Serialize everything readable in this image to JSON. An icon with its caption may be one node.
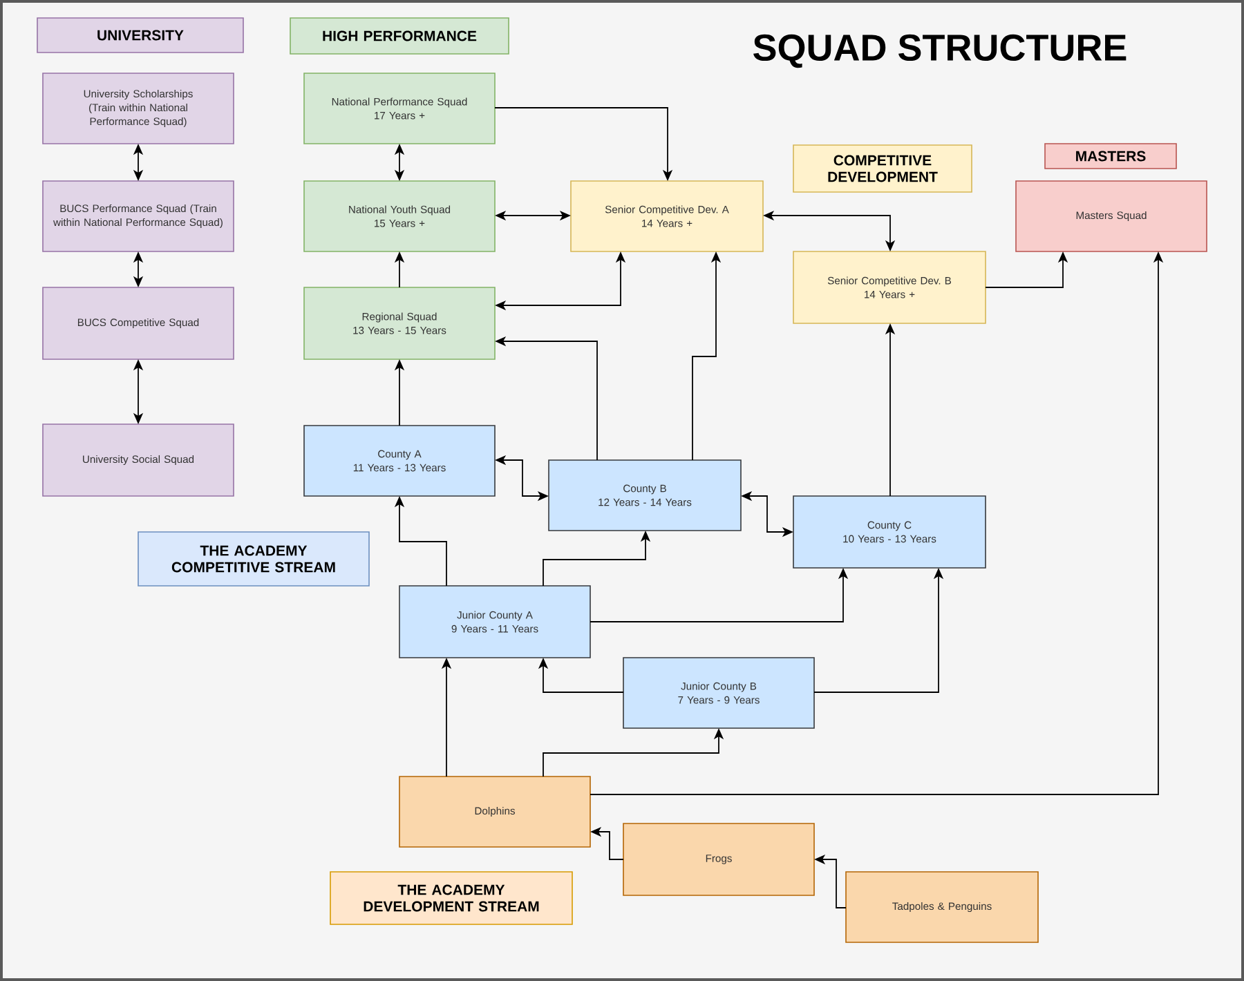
{
  "diagram": {
    "title": "SQUAD STRUCTURE",
    "nodes": [
      {
        "text": [
          "UNIVERSITY"
        ]
      },
      {
        "text": [
          "HIGH PERFORMANCE"
        ]
      },
      {
        "text": [
          "COMPETITIVE DEVELOPMENT"
        ]
      },
      {
        "text": [
          "MASTERS"
        ]
      },
      {
        "text": [
          "THE ACADEMY COMPETITIVE STREAM"
        ]
      },
      {
        "text": [
          "THE ACADEMY DEVELOPMENT STREAM"
        ]
      },
      {
        "text": [
          "University Scholarships (Train within National Performance Squad)"
        ]
      },
      {
        "text": [
          "BUCS Performance Squad (Train within National Performance Squad)"
        ]
      },
      {
        "text": [
          "BUCS Competitive Squad"
        ]
      },
      {
        "text": [
          "University Social Squad"
        ]
      },
      {
        "text": [
          "National Performance Squad",
          "17 Years +"
        ]
      },
      {
        "text": [
          "National Youth Squad",
          "15 Years +"
        ]
      },
      {
        "text": [
          "Regional Squad",
          "13 Years - 15 Years"
        ]
      },
      {
        "text": [
          "Senior Competitive Dev. A",
          "14 Years +"
        ]
      },
      {
        "text": [
          "Senior Competitive Dev. B",
          "14 Years +"
        ]
      },
      {
        "text": [
          "Masters Squad"
        ]
      },
      {
        "text": [
          "County A",
          "11 Years - 13 Years"
        ]
      },
      {
        "text": [
          "County B",
          "12 Years - 14 Years"
        ]
      },
      {
        "text": [
          "County C",
          "10 Years - 13 Years"
        ]
      },
      {
        "text": [
          "Junior County A",
          "9 Years - 11 Years"
        ]
      },
      {
        "text": [
          "Junior County B",
          "7 Years - 9 Years"
        ]
      },
      {
        "text": [
          "Dolphins"
        ]
      },
      {
        "text": [
          "Frogs"
        ]
      },
      {
        "text": [
          "Tadpoles & Penguins"
        ]
      }
    ],
    "edges": [
      {
        "from": 6,
        "to": 7,
        "arrow": "both"
      },
      {
        "from": 7,
        "to": 8,
        "arrow": "both"
      },
      {
        "from": 8,
        "to": 9,
        "arrow": "both"
      },
      {
        "from": 10,
        "to": 11,
        "arrow": "both"
      },
      {
        "from": 10,
        "to": 13,
        "arrow": "to"
      },
      {
        "from": 11,
        "to": 13,
        "arrow": "both"
      },
      {
        "from": 13,
        "to": 14,
        "arrow": "both"
      },
      {
        "from": 14,
        "to": 15,
        "arrow": "to"
      },
      {
        "from": 12,
        "to": 11,
        "arrow": "to"
      },
      {
        "from": 12,
        "to": 13,
        "arrow": "both"
      },
      {
        "from": 17,
        "to": 12,
        "arrow": "to"
      },
      {
        "from": 17,
        "to": 13,
        "arrow": "to"
      },
      {
        "from": 16,
        "to": 12,
        "arrow": "to"
      },
      {
        "from": 16,
        "to": 17,
        "arrow": "both"
      },
      {
        "from": 17,
        "to": 18,
        "arrow": "both"
      },
      {
        "from": 18,
        "to": 14,
        "arrow": "to"
      },
      {
        "from": 19,
        "to": 16,
        "arrow": "to"
      },
      {
        "from": 19,
        "to": 17,
        "arrow": "to"
      },
      {
        "from": 19,
        "to": 18,
        "arrow": "to"
      },
      {
        "from": 20,
        "to": 19,
        "arrow": "to"
      },
      {
        "from": 20,
        "to": 18,
        "arrow": "to"
      },
      {
        "from": 21,
        "to": 19,
        "arrow": "to"
      },
      {
        "from": 21,
        "to": 20,
        "arrow": "to"
      },
      {
        "from": 21,
        "to": 15,
        "arrow": "to"
      },
      {
        "from": 22,
        "to": 21,
        "arrow": "to"
      },
      {
        "from": 23,
        "to": 22,
        "arrow": "to"
      }
    ]
  }
}
